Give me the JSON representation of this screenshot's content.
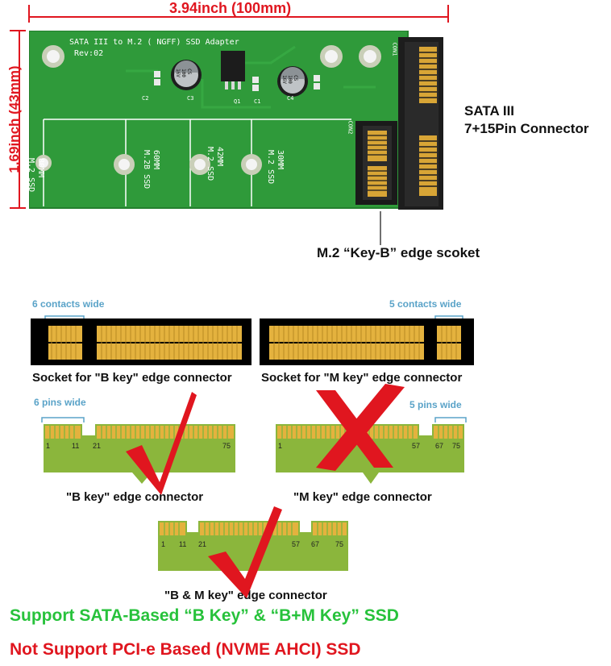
{
  "dimensions": {
    "width_label": "3.94inch (100mm)",
    "height_label": "1.69inch (43mm)"
  },
  "pcb": {
    "title": "SATA III to M.2 ( NGFF) SSD Adapter",
    "rev": "Rev:02",
    "slots": [
      "80MM\nM.2 SSD",
      "60MM\nM.2B SSD",
      "42MM\nM.2 SSD",
      "30MM\nM.2 SSD"
    ],
    "cap_label": "CS\n100\n16V",
    "silk": {
      "c2": "C2",
      "c3": "C3",
      "q1": "Q1",
      "c1": "C1",
      "c4": "C4",
      "con1": "CON1",
      "con2": "CON2"
    }
  },
  "callouts": {
    "sata_line1": "SATA III",
    "sata_line2": "7+15Pin Connector",
    "m2_socket": "M.2 “Key-B” edge scoket"
  },
  "sockets": {
    "b_width_note": "6 contacts wide",
    "m_width_note": "5 contacts wide",
    "b_label": "Socket for \"B key\" edge connector",
    "m_label": "Socket for \"M key\" edge connector"
  },
  "connectors": {
    "b": {
      "width_note": "6 pins wide",
      "pins": [
        "1",
        "11",
        "21",
        "75"
      ],
      "label": "\"B key\" edge connector"
    },
    "m": {
      "width_note": "5 pins wide",
      "pins": [
        "1",
        "57",
        "67",
        "75"
      ],
      "label": "\"M key\" edge connector"
    },
    "bm": {
      "pins": [
        "1",
        "11",
        "21",
        "57",
        "67",
        "75"
      ],
      "label": "\"B & M key\" edge connector"
    }
  },
  "footer": {
    "support": "Support SATA-Based “B Key” & “B+M Key” SSD",
    "not_support": "Not Support PCI-e Based (NVME  AHCI) SSD"
  },
  "colors": {
    "dimension_red": "#e0161f",
    "pcb_green": "#2f9a3a",
    "gold": "#e4b23e",
    "connector_green": "#8bb63c",
    "support_green": "#27c23b",
    "note_blue": "#5aa3c8"
  }
}
